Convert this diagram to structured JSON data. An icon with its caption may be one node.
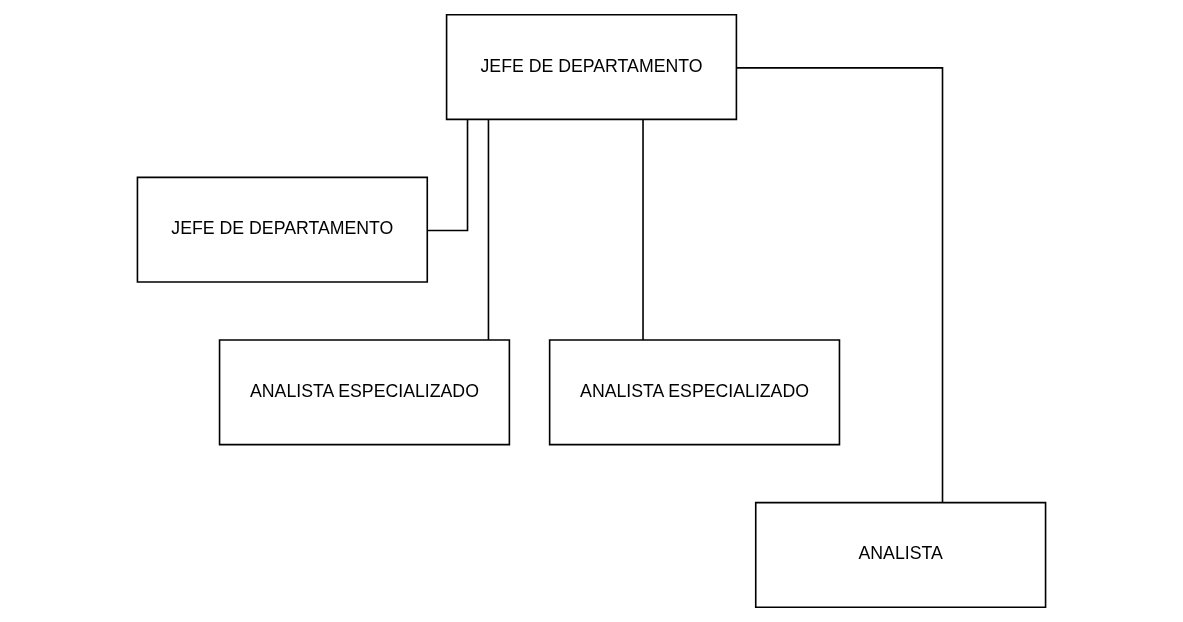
{
  "diagram": {
    "nodes": [
      {
        "text": [
          "JEFE DE DEPARTAMENTO"
        ]
      },
      {
        "text": [
          "JEFE DE DEPARTAMENTO"
        ]
      },
      {
        "text": [
          "ANALISTA ESPECIALIZADO"
        ]
      },
      {
        "text": [
          "ANALISTA ESPECIALIZADO"
        ]
      },
      {
        "text": [
          "ANALISTA"
        ]
      }
    ],
    "edges": [
      {
        "from": 0,
        "to": 1,
        "arrow": "none"
      },
      {
        "from": 0,
        "to": 2,
        "arrow": "none"
      },
      {
        "from": 0,
        "to": 3,
        "arrow": "none"
      },
      {
        "from": 0,
        "to": 4,
        "arrow": "none"
      }
    ]
  }
}
